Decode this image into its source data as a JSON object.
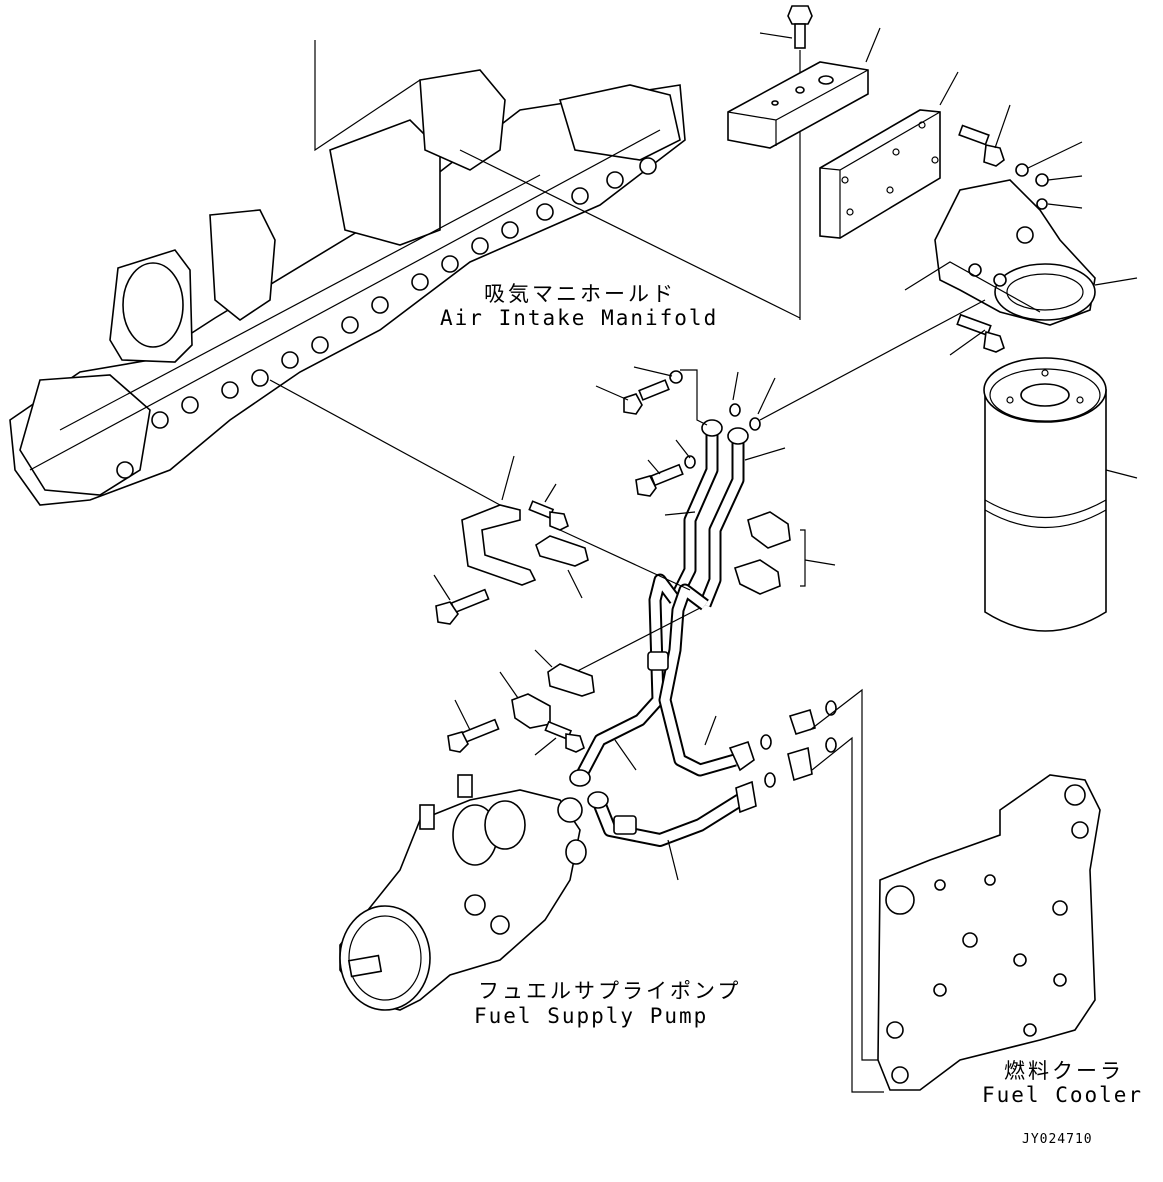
{
  "labels": {
    "air_intake_manifold_jp": "吸気マニホールド",
    "air_intake_manifold_en": "Air Intake Manifold",
    "fuel_supply_pump_jp": "フュエルサプライポンプ",
    "fuel_supply_pump_en": "Fuel Supply Pump",
    "fuel_cooler_jp": "燃料クーラ",
    "fuel_cooler_en": "Fuel Cooler",
    "drawing_code": "JY024710"
  }
}
